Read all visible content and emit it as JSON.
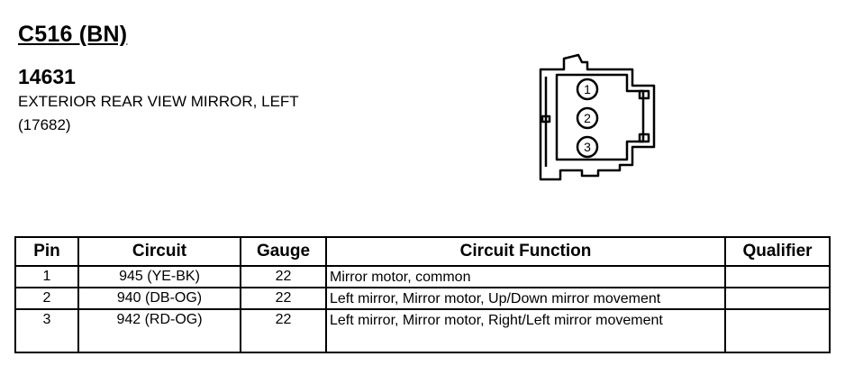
{
  "header": {
    "connector_id": "C516 (BN)",
    "part_number": "14631",
    "description": "EXTERIOR REAR VIEW MIRROR, LEFT",
    "sub_number": "(17682)"
  },
  "diagram": {
    "pins": [
      "1",
      "2",
      "3"
    ]
  },
  "table": {
    "columns": [
      "Pin",
      "Circuit",
      "Gauge",
      "Circuit Function",
      "Qualifier"
    ],
    "rows": [
      {
        "pin": "1",
        "circuit": "945 (YE-BK)",
        "gauge": "22",
        "function": "Mirror motor, common",
        "qualifier": ""
      },
      {
        "pin": "2",
        "circuit": "940 (DB-OG)",
        "gauge": "22",
        "function": "Left mirror, Mirror motor, Up/Down mirror movement",
        "qualifier": ""
      },
      {
        "pin": "3",
        "circuit": "942 (RD-OG)",
        "gauge": "22",
        "function": "Left mirror, Mirror motor, Right/Left mirror movement",
        "qualifier": ""
      }
    ]
  }
}
